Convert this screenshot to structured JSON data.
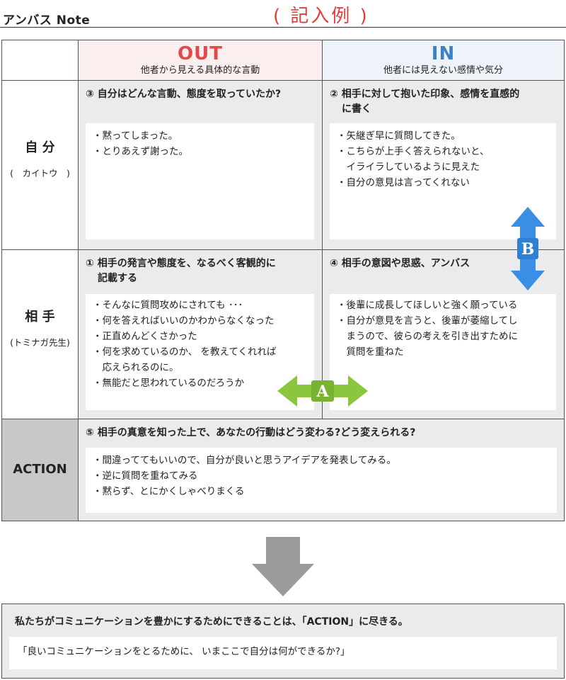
{
  "header": {
    "title": "アンバス Note",
    "example_label": "( 記入例 )"
  },
  "columns": {
    "out": {
      "title": "OUT",
      "subtitle": "他者から見える具体的な言動"
    },
    "in": {
      "title": "IN",
      "subtitle": "他者には見えない感情や気分"
    }
  },
  "rows": {
    "self": {
      "label": "自 分",
      "name": "(　カイトウ　)"
    },
    "other": {
      "label": "相 手",
      "name": "(トミナガ先生)"
    },
    "action": {
      "label": "ACTION"
    }
  },
  "q3": {
    "title": "③ 自分はどんな言動、態度を取っていたか?",
    "items": [
      "・黙ってしまった。",
      "・とりあえず謝った。"
    ]
  },
  "q2": {
    "title_line1": "② 相手に対して抱いた印象、感情を直感的",
    "title_line2": "に書く",
    "items": [
      "・矢継ぎ早に質問してきた。",
      "・こちらが上手く答えられないと、",
      "　イライラしているように見えた",
      "・自分の意見は言ってくれない"
    ]
  },
  "q1": {
    "title_line1": "① 相手の発言や態度を、なるべく客観的に",
    "title_line2": "記載する",
    "items": [
      "・そんなに質問攻めにされても ･･･",
      "・何を答えればいいのかわからなくなった",
      "・正直めんどくさかった",
      "・何を求めているのか、 を教えてくれれば",
      "　応えられるのに。",
      "・無能だと思われているのだろうか"
    ]
  },
  "q4": {
    "title": "④ 相手の意図や思惑、アンバス",
    "items": [
      "・後輩に成長してほしいと強く願っている",
      "・自分が意見を言うと、後輩が萎縮してし",
      "　まうので、彼らの考えを引き出すために",
      "　質問を重ねた"
    ]
  },
  "q5": {
    "title": "⑤ 相手の真意を知った上で、あなたの行動はどう変わる?どう変えられる?",
    "items": [
      "・間違っててもいいので、自分が良いと思うアイデアを発表してみる。",
      "・逆に質問を重ねてみる",
      "・黙らず、とにかくしゃべりまくる"
    ]
  },
  "arrows": {
    "a_label": "A",
    "b_label": "B",
    "a_color": "#8cc63f",
    "b_color": "#3a8ee6"
  },
  "summary": {
    "heading": "私たちがコミュニケーションを豊かにするためにできることは、「ACTION」に尽きる。",
    "quote": "「良いコミュニケーションをとるために、 いまここで自分は何ができるか?」"
  }
}
